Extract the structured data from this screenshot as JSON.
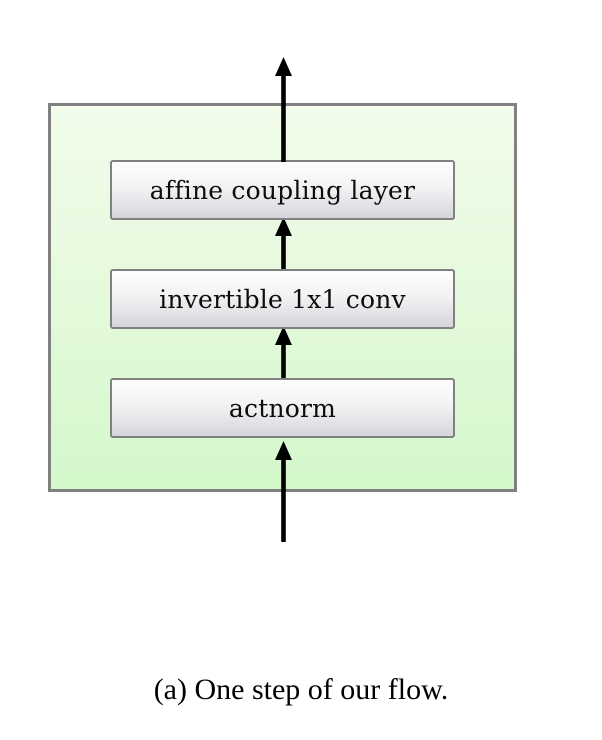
{
  "figure": {
    "caption": "(a) One step of our flow.",
    "panel": {
      "name": "flow-step-container",
      "fill_top_color": "#f1fcea",
      "fill_bottom_color": "#d4f7cb",
      "border_color": "#808080"
    },
    "box_style": {
      "fill_top_color": "#fdfdfd",
      "fill_bottom_color": "#d6d6da",
      "border_color": "#808080"
    },
    "arrow_color": "#000000",
    "layers": [
      {
        "id": "affine-coupling-layer",
        "label": "affine coupling layer",
        "order": 3
      },
      {
        "id": "invertible-1x1-conv",
        "label": "invertible 1x1 conv",
        "order": 2
      },
      {
        "id": "actnorm",
        "label": "actnorm",
        "order": 1
      }
    ],
    "arrows": [
      {
        "id": "input-arrow",
        "direction": "up",
        "from": "input",
        "to": "actnorm"
      },
      {
        "id": "actnorm-to-conv-arrow",
        "direction": "up",
        "from": "actnorm",
        "to": "invertible 1x1 conv"
      },
      {
        "id": "conv-to-affine-arrow",
        "direction": "up",
        "from": "invertible 1x1 conv",
        "to": "affine coupling layer"
      },
      {
        "id": "output-arrow",
        "direction": "up",
        "from": "affine coupling layer",
        "to": "output"
      }
    ]
  }
}
